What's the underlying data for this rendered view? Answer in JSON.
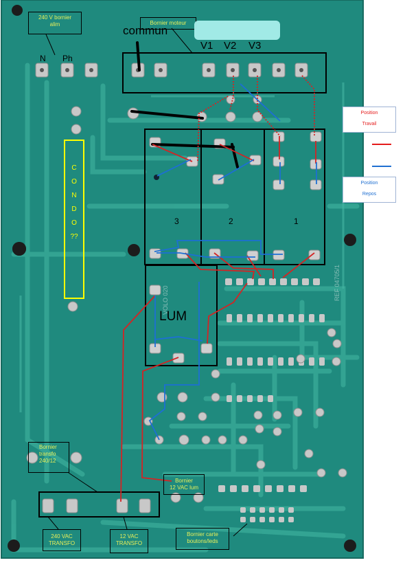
{
  "labels": {
    "bornier_alim": "240 V bornier\nalim",
    "bornier_top": "Bornier moteur",
    "commun": "commun",
    "v1": "V1",
    "v2": "V2",
    "v3": "V3",
    "n": "N",
    "ph": "Ph",
    "relay3": "3",
    "relay2": "2",
    "relay1": "1",
    "lum": "LUM",
    "condo_letters": [
      "C",
      "O",
      "N",
      "D",
      "O",
      "??"
    ],
    "bornier_transfo": "Bornier\ntransfo\n240/12",
    "bornier_12vac": "Bornier\n12 VAC lum",
    "vac240": "240 VAC\nTRANSFO",
    "vac12": "12 VAC\nTRANSFO",
    "bornier_carte": "Bornier carte\nboutons/leds"
  },
  "legend": {
    "travail_line1": "Position",
    "travail_line2": "Travail",
    "repos_line1": "Position",
    "repos_line2": "Repos",
    "red_color": "#e41b1b",
    "blue_color": "#1f6fd1"
  },
  "colors": {
    "board": "#1f8a7e",
    "trace": "#35a897",
    "pad": "#c7c7c7",
    "label_text": "#e7ef5a"
  }
}
